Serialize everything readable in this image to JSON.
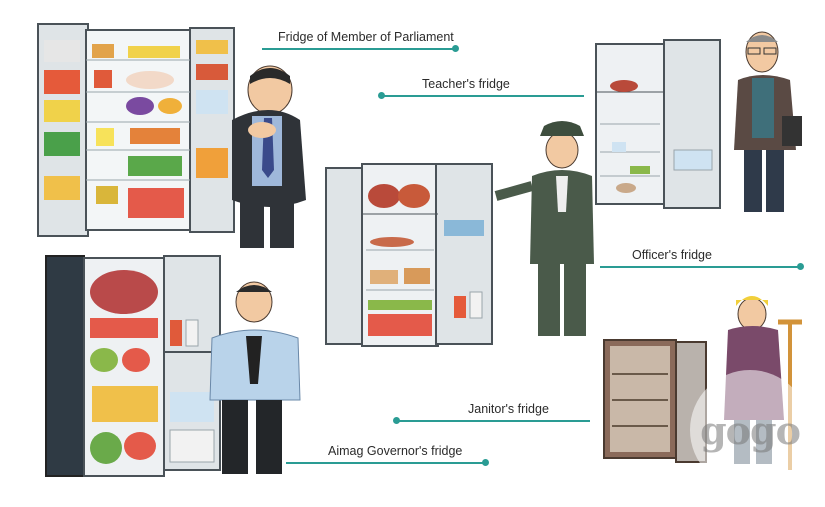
{
  "labels": {
    "mp": "Fridge of Member of Parliament",
    "teacher": "Teacher's fridge",
    "officer": "Officer's fridge",
    "janitor": "Janitor's fridge",
    "governor": "Aimag Governor's fridge"
  },
  "watermark": "gogo",
  "colors": {
    "accent": "#2a9c94",
    "fridge_body": "#e7ecef",
    "fridge_outline": "#4a5258",
    "suit_dark": "#2f3338",
    "uniform": "#4a5a4a",
    "shirt_blue": "#b9d3ea",
    "janitor_coat": "#7a4a6a",
    "hat_yellow": "#f1cf3b"
  }
}
